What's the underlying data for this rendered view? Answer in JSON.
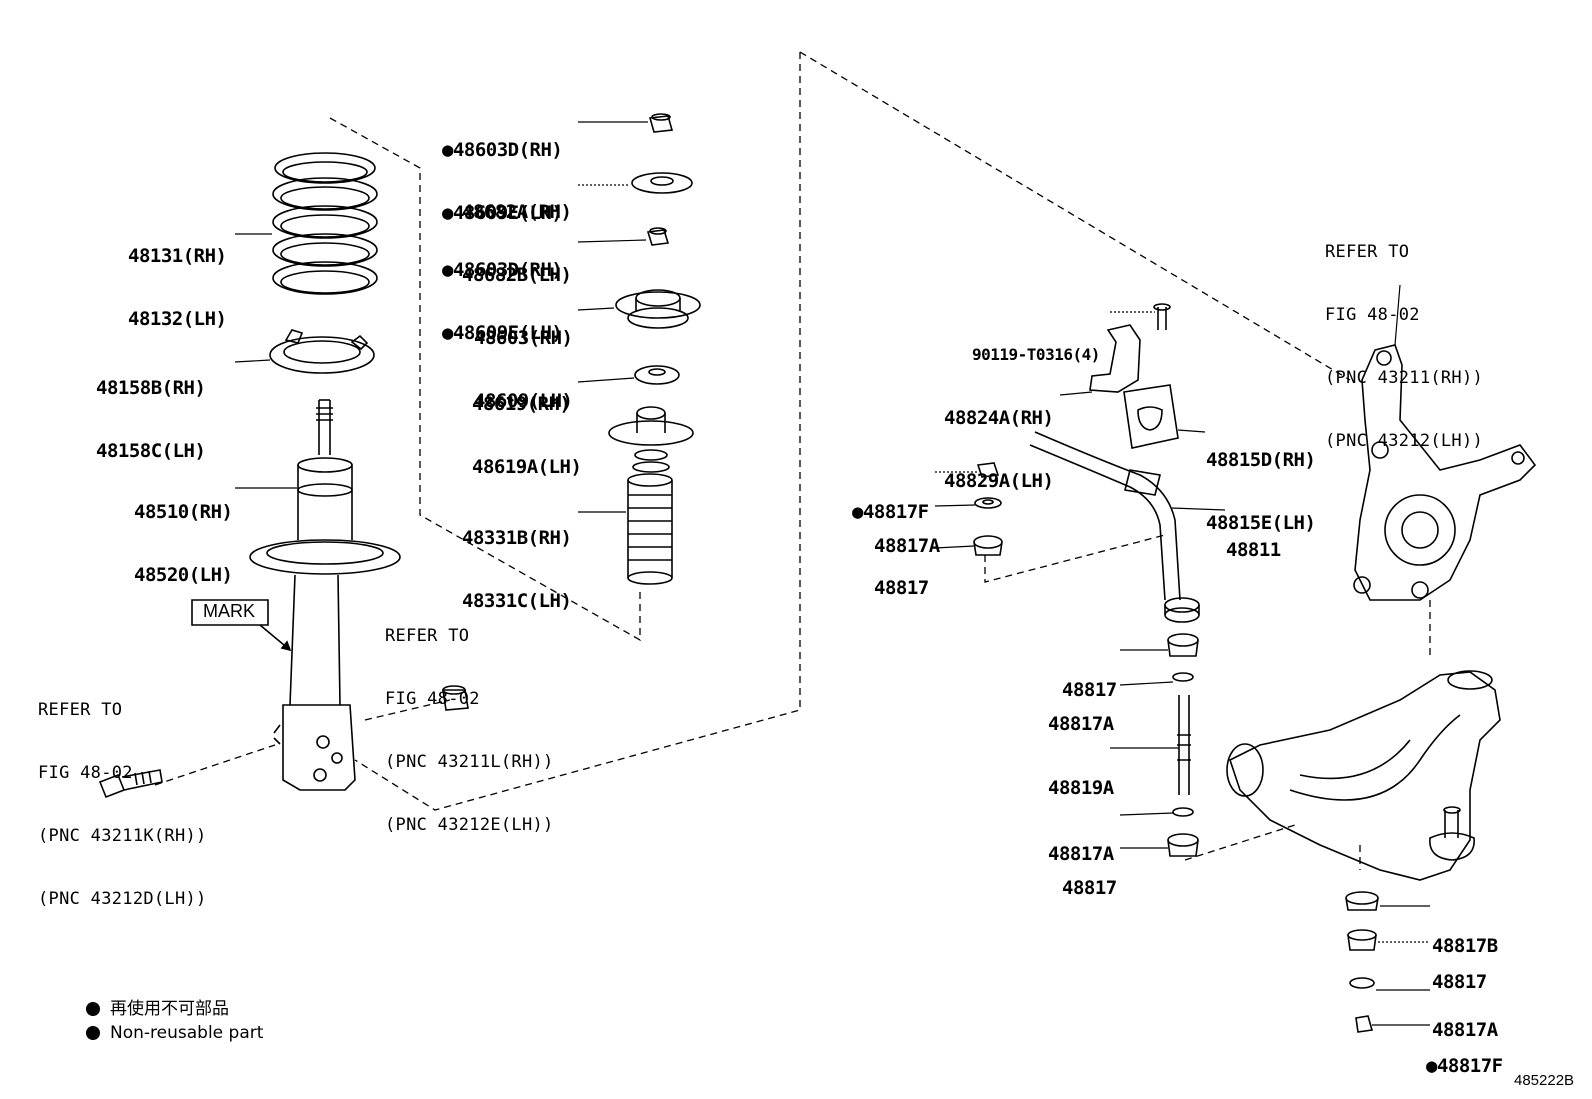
{
  "labels": [
    {
      "id": "p_48603d",
      "lines": [
        "●48603D(RH)",
        "●48609E(LH)"
      ]
    },
    {
      "id": "p_48682",
      "lines": [
        "48682A(RH)",
        "48682B(LH)"
      ]
    },
    {
      "id": "p_48603d_2",
      "lines": [
        "●48603D(RH)",
        "●48609E(LH)"
      ]
    },
    {
      "id": "p_48603",
      "lines": [
        "48603(RH)",
        "48609(LH)"
      ]
    },
    {
      "id": "p_48619",
      "lines": [
        "48619(RH)",
        "48619A(LH)"
      ]
    },
    {
      "id": "p_48331",
      "lines": [
        "48331B(RH)",
        "48331C(LH)"
      ]
    },
    {
      "id": "p_48131",
      "lines": [
        "48131(RH)",
        "48132(LH)"
      ]
    },
    {
      "id": "p_48158",
      "lines": [
        "48158B(RH)",
        "48158C(LH)"
      ]
    },
    {
      "id": "p_48510",
      "lines": [
        "48510(RH)",
        "48520(LH)"
      ]
    },
    {
      "id": "p_90119",
      "lines": [
        "90119-T0316(4)"
      ]
    },
    {
      "id": "p_48824",
      "lines": [
        "48824A(RH)",
        "48829A(LH)"
      ]
    },
    {
      "id": "p_48815",
      "lines": [
        "48815D(RH)",
        "48815E(LH)"
      ]
    },
    {
      "id": "p_48817f_top",
      "lines": [
        "●48817F"
      ]
    },
    {
      "id": "p_48817a_top",
      "lines": [
        "48817A"
      ]
    },
    {
      "id": "p_48817_top",
      "lines": [
        "48817"
      ]
    },
    {
      "id": "p_48811",
      "lines": [
        "48811"
      ]
    },
    {
      "id": "p_48817_mid1",
      "lines": [
        "48817"
      ]
    },
    {
      "id": "p_48817a_mid1",
      "lines": [
        "48817A"
      ]
    },
    {
      "id": "p_48819a",
      "lines": [
        "48819A"
      ]
    },
    {
      "id": "p_48817a_mid2",
      "lines": [
        "48817A"
      ]
    },
    {
      "id": "p_48817_mid2",
      "lines": [
        "48817"
      ]
    },
    {
      "id": "p_48817b_r",
      "lines": [
        "48817B"
      ]
    },
    {
      "id": "p_48817_r",
      "lines": [
        "48817"
      ]
    },
    {
      "id": "p_48817a_r",
      "lines": [
        "48817A"
      ]
    },
    {
      "id": "p_48817f_r",
      "lines": [
        "●48817F"
      ]
    }
  ],
  "references": [
    {
      "id": "ref_knuckle",
      "lines": [
        "REFER TO",
        "FIG 48-02",
        "(PNC 43211(RH))",
        "(PNC 43212(LH))"
      ]
    },
    {
      "id": "ref_nut",
      "lines": [
        "REFER TO",
        "FIG 48-02",
        "(PNC 43211L(RH))",
        "(PNC 43212E(LH))"
      ]
    },
    {
      "id": "ref_bolt",
      "lines": [
        "REFER TO",
        "FIG 48-02",
        "(PNC 43211K(RH))",
        "(PNC 43212D(LH))"
      ]
    }
  ],
  "mark_label": "MARK",
  "legend": [
    "再使用不可部品",
    "Non-reusable part"
  ],
  "figure_number": "485222B"
}
